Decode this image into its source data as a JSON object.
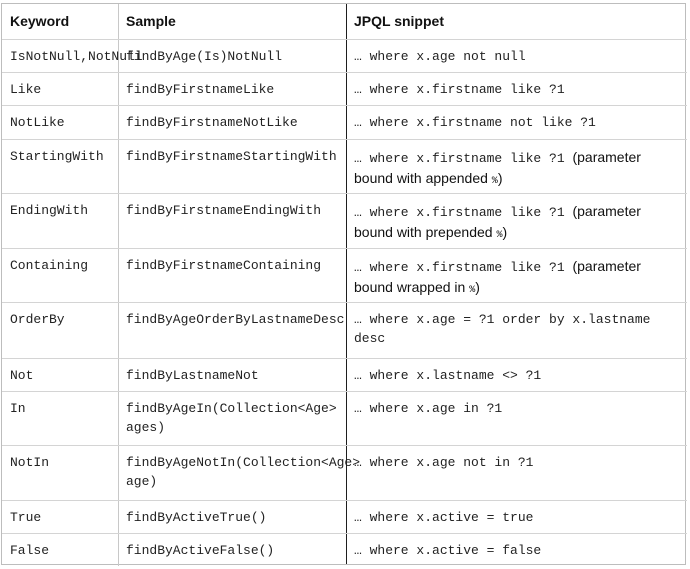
{
  "headers": {
    "keyword": "Keyword",
    "sample": "Sample",
    "jpql": "JPQL snippet"
  },
  "rows": [
    {
      "keyword": "IsNotNull,NotNull",
      "sample": "findByAge(Is)NotNull",
      "jpql": "… where x.age not null"
    },
    {
      "keyword": "Like",
      "sample": "findByFirstnameLike",
      "jpql": "… where x.firstname like ?1"
    },
    {
      "keyword": "NotLike",
      "sample": "findByFirstnameNotLike",
      "jpql": "… where x.firstname not like ?1"
    },
    {
      "keyword": "StartingWith",
      "sample": "findByFirstnameStartingWith",
      "jpql": "… where x.firstname like ?1",
      "jpql_note": "(parameter",
      "jpql_line2": "bound with appended",
      "jpql_sym": "%",
      "jpql_close": ")"
    },
    {
      "keyword": "EndingWith",
      "sample": "findByFirstnameEndingWith",
      "jpql": "… where x.firstname like ?1",
      "jpql_note": "(parameter",
      "jpql_line2": "bound with prepended",
      "jpql_sym": "%",
      "jpql_close": ")"
    },
    {
      "keyword": "Containing",
      "sample": "findByFirstnameContaining",
      "jpql": "… where x.firstname like ?1",
      "jpql_note": "(parameter",
      "jpql_line2": "bound wrapped in",
      "jpql_sym": "%",
      "jpql_close": ")"
    },
    {
      "keyword": "OrderBy",
      "sample": "findByAgeOrderByLastnameDesc",
      "jpql": "… where x.age = ?1 order by x.lastname",
      "jpql_line2": "desc"
    },
    {
      "keyword": "Not",
      "sample": "findByLastnameNot",
      "jpql": "… where x.lastname <> ?1"
    },
    {
      "keyword": "In",
      "sample": "findByAgeIn(Collection<Age>",
      "sample_line2": "ages)",
      "jpql": "… where x.age in ?1"
    },
    {
      "keyword": "NotIn",
      "sample": "findByAgeNotIn(Collection<Age>",
      "sample_line2": "age)",
      "jpql": "… where x.age not in ?1"
    },
    {
      "keyword": "True",
      "sample": "findByActiveTrue()",
      "jpql": "… where x.active = true"
    },
    {
      "keyword": "False",
      "sample": "findByActiveFalse()",
      "jpql": "… where x.active = false"
    }
  ]
}
